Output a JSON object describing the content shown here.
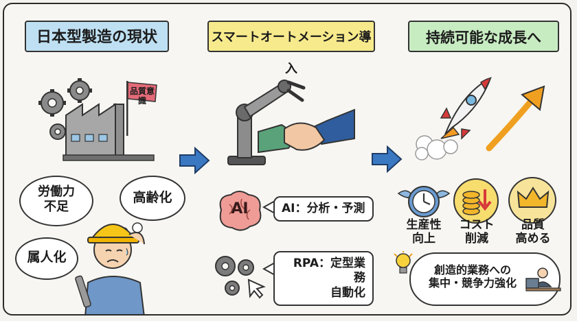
{
  "headers": {
    "current": "日本型製造の現状",
    "automation": "スマートオートメーション導入",
    "growth": "持続可能な成長へ"
  },
  "left": {
    "flag_text": "品質意識",
    "bubble_labor": "労働力\n不足",
    "bubble_aging": "高齢化",
    "bubble_person": "属人化"
  },
  "middle": {
    "ai_badge": "AI",
    "ai_text": "AI：分析・予測",
    "rpa_text": "RPA：定型業務\n自動化"
  },
  "right": {
    "productivity": "生産性\n向上",
    "cost": "コスト\n削減",
    "quality": "品質\n高める",
    "creative": "創造的業務への\n集中・競争力強化"
  },
  "colors": {
    "header_blue": "#bfe0f3",
    "header_yellow": "#f7ea8c",
    "header_green": "#c8ecc2",
    "arrow_blue": "#3a78c2",
    "growth_orange": "#f0a020"
  }
}
